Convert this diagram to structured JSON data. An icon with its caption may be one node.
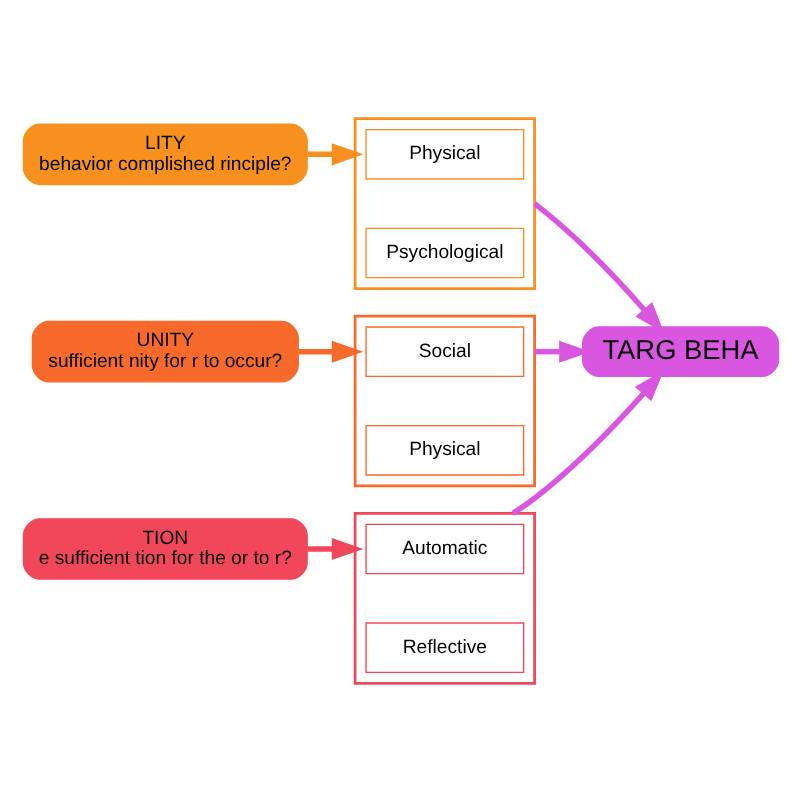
{
  "diagram": {
    "nodes": [
      {
        "text": [
          "LITY",
          "behavior complished rinciple?"
        ]
      },
      {
        "text": [],
        "shape": "box"
      },
      {
        "text": [
          "Physical"
        ],
        "in": 1
      },
      {
        "text": [
          "Psychological"
        ],
        "in": 1
      },
      {
        "text": [
          "UNITY",
          "sufficient nity for r to occur?"
        ]
      },
      {
        "text": [],
        "shape": "box"
      },
      {
        "text": [
          "Social"
        ],
        "in": 5
      },
      {
        "text": [
          "Physical"
        ],
        "in": 5
      },
      {
        "text": [
          "TION",
          "e sufficient tion for the or to r?"
        ]
      },
      {
        "text": [],
        "shape": "box"
      },
      {
        "text": [
          "Automatic"
        ],
        "in": 9
      },
      {
        "text": [
          "Reflective"
        ],
        "in": 9
      },
      {
        "text": [
          "TARG BEHA"
        ]
      }
    ],
    "edges": [
      {
        "from": 0,
        "to": 1,
        "arrow": "to",
        "color": "#f7901e"
      },
      {
        "from": 4,
        "to": 5,
        "arrow": "to",
        "color": "#f76a2b"
      },
      {
        "from": 8,
        "to": 9,
        "arrow": "to",
        "color": "#f2475a"
      },
      {
        "from": 1,
        "to": 12,
        "arrow": "to",
        "color": "#d957e0"
      },
      {
        "from": 5,
        "to": 12,
        "arrow": "to",
        "color": "#d957e0"
      },
      {
        "from": 9,
        "to": 12,
        "arrow": "to",
        "color": "#d957e0"
      }
    ]
  }
}
